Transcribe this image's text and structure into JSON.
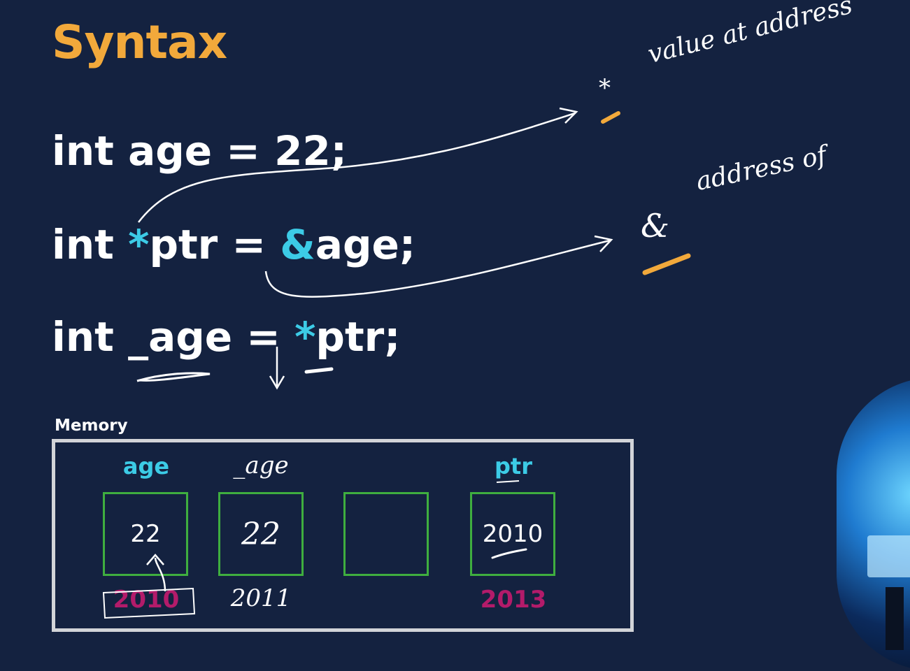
{
  "slide": {
    "title": "Syntax",
    "code": {
      "line1": "int age = 22;",
      "line2": {
        "a": "int ",
        "star": "*",
        "b": "ptr = ",
        "amp": "&",
        "c": "age;"
      },
      "line3": {
        "a": "int _age = ",
        "star": "*",
        "b": "ptr;"
      }
    },
    "memory": {
      "label": "Memory",
      "cells": [
        {
          "name": "age",
          "value": "22",
          "address": "2010"
        },
        {
          "name": "_age",
          "value": "22",
          "address": "2011"
        },
        {
          "name": "",
          "value": "",
          "address": ""
        },
        {
          "name": "ptr",
          "value": "2010",
          "address": "2013"
        }
      ]
    },
    "notes": {
      "star_symbol": "*",
      "star_meaning": "value at address",
      "amp_symbol": "&",
      "amp_meaning": "address of"
    },
    "colors": {
      "background": "#142240",
      "title": "#f2a93b",
      "highlight": "#3ccbe6",
      "address": "#b31b6a",
      "cell_border": "#3fae3f",
      "annotation_underline": "#f2a93b"
    }
  }
}
